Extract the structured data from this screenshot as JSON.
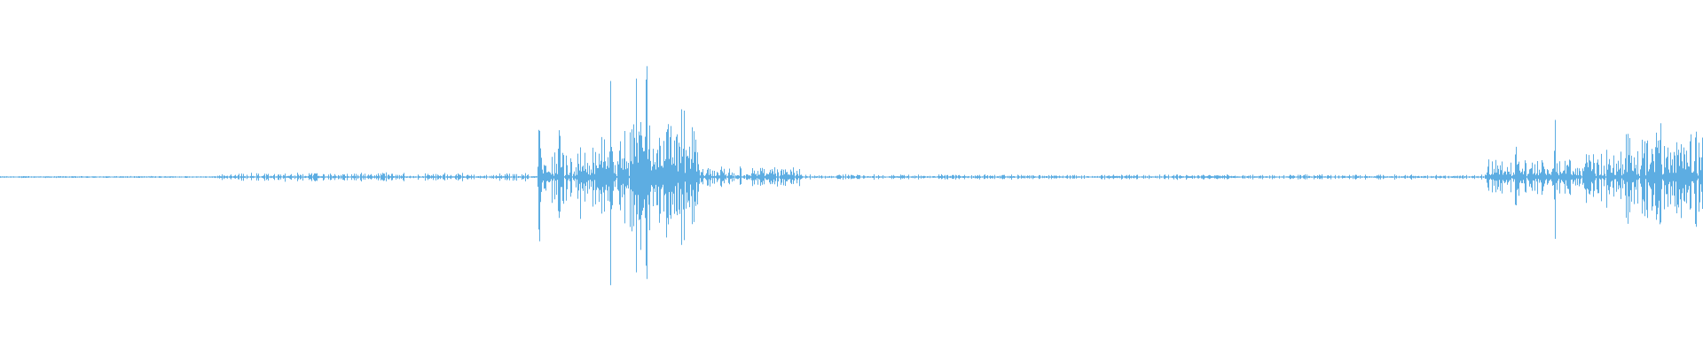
{
  "waveform": {
    "color": "#5dade2",
    "background": "#ffffff",
    "baseline_amplitude": 0.006,
    "bursts": [
      {
        "start": 0.128,
        "end": 0.31,
        "peak": 0.03,
        "density": 0.9
      },
      {
        "start": 0.316,
        "end": 0.318,
        "peak": 0.62,
        "density": 1.0
      },
      {
        "start": 0.317,
        "end": 0.34,
        "peak": 0.2,
        "density": 1.0
      },
      {
        "start": 0.328,
        "end": 0.33,
        "peak": 0.52,
        "density": 1.0
      },
      {
        "start": 0.34,
        "end": 0.36,
        "peak": 0.3,
        "density": 1.0
      },
      {
        "start": 0.358,
        "end": 0.36,
        "peak": 0.72,
        "density": 1.0
      },
      {
        "start": 0.36,
        "end": 0.39,
        "peak": 0.45,
        "density": 1.0
      },
      {
        "start": 0.372,
        "end": 0.38,
        "peak": 0.78,
        "density": 1.0
      },
      {
        "start": 0.39,
        "end": 0.41,
        "peak": 0.38,
        "density": 1.0
      },
      {
        "start": 0.4,
        "end": 0.402,
        "peak": 0.48,
        "density": 1.0
      },
      {
        "start": 0.41,
        "end": 0.47,
        "peak": 0.07,
        "density": 1.0
      },
      {
        "start": 0.47,
        "end": 0.87,
        "peak": 0.018,
        "density": 0.8
      },
      {
        "start": 0.872,
        "end": 0.905,
        "peak": 0.12,
        "density": 1.0
      },
      {
        "start": 0.873,
        "end": 0.874,
        "peak": 0.28,
        "density": 1.0
      },
      {
        "start": 0.89,
        "end": 0.891,
        "peak": 0.3,
        "density": 1.0
      },
      {
        "start": 0.905,
        "end": 0.93,
        "peak": 0.14,
        "density": 1.0
      },
      {
        "start": 0.913,
        "end": 0.914,
        "peak": 0.75,
        "density": 1.0
      },
      {
        "start": 0.93,
        "end": 0.96,
        "peak": 0.2,
        "density": 1.0
      },
      {
        "start": 0.955,
        "end": 1.0,
        "peak": 0.32,
        "density": 1.0
      },
      {
        "start": 0.974,
        "end": 0.976,
        "peak": 0.52,
        "density": 1.0
      },
      {
        "start": 0.985,
        "end": 0.99,
        "peak": 0.48,
        "density": 1.0
      }
    ]
  }
}
